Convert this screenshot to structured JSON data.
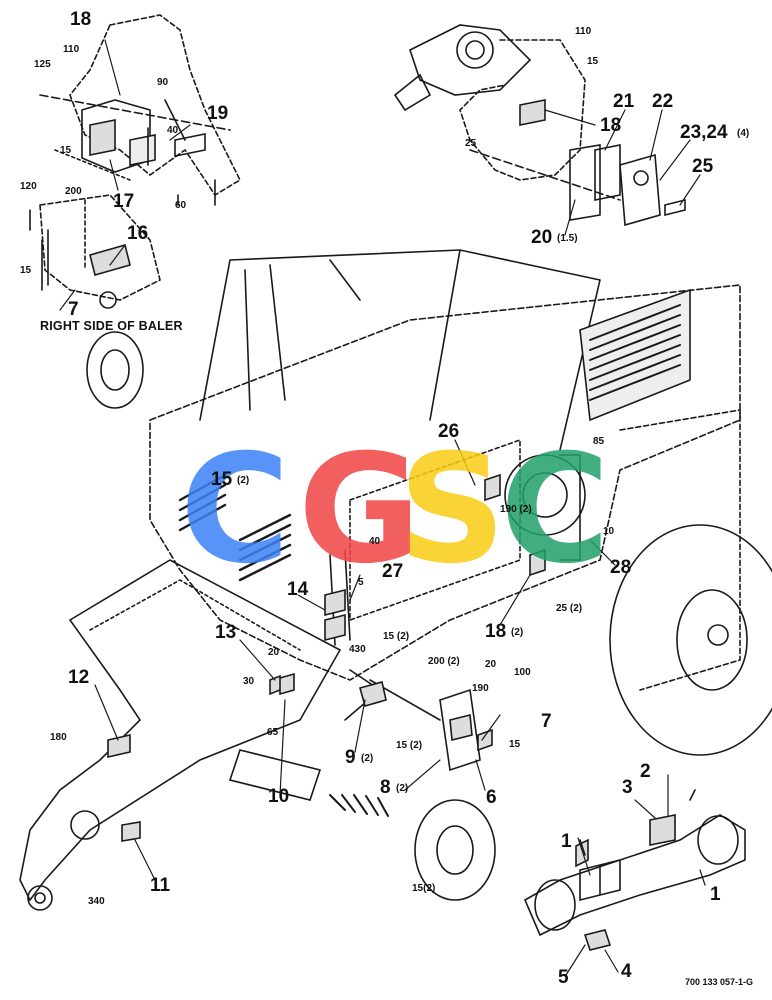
{
  "labels": {
    "l1a": "1",
    "l1b": "1",
    "l2": "2",
    "l3": "3",
    "l4": "4",
    "l5": "5",
    "l6": "6",
    "l7a": "7",
    "l7b": "7",
    "l8": "8",
    "l8q": "(2)",
    "l9": "9",
    "l9q": "(2)",
    "l10": "10",
    "l11": "11",
    "l12": "12",
    "l13": "13",
    "l14": "14",
    "l15": "15",
    "l15q": "(2)",
    "l16": "16",
    "l17": "17",
    "l18a": "18",
    "l18b": "18",
    "l18c": "18",
    "l18q": "(2)",
    "l19": "19",
    "l20": "20",
    "l20q": "(1.5)",
    "l21": "21",
    "l22": "22",
    "l2324": "23,24",
    "l2324q": "(4)",
    "l25": "25",
    "l26": "26",
    "l27": "27",
    "l28": "28"
  },
  "dimensions": {
    "d110a": "110",
    "d90": "90",
    "d125": "125",
    "d40a": "40",
    "d15a": "15",
    "d60": "60",
    "d120": "120",
    "d200a": "200",
    "d15b": "15",
    "d110b": "110",
    "d15c": "15",
    "d25a": "25",
    "d85": "85",
    "d190a": "190 (2)",
    "d10": "10",
    "d25b": "25 (2)",
    "d40b": "40",
    "d5": "5",
    "d430": "430",
    "d15d": "15 (2)",
    "d200b": "200 (2)",
    "d20a": "20",
    "d100": "100",
    "d190b": "190",
    "d15e": "15 (2)",
    "d15f": "15",
    "d20b": "20",
    "d30": "30",
    "d65": "65",
    "d180": "180",
    "d340": "340",
    "d15g": "15(2)"
  },
  "caption": "RIGHT SIDE OF BALER",
  "drawing_code": "700 133 057-1-G",
  "watermark": {
    "letters": [
      "C",
      "G",
      "S",
      "C"
    ],
    "colors": [
      "#3b82f6",
      "#ef4444",
      "#facc15",
      "#22a06b"
    ]
  }
}
